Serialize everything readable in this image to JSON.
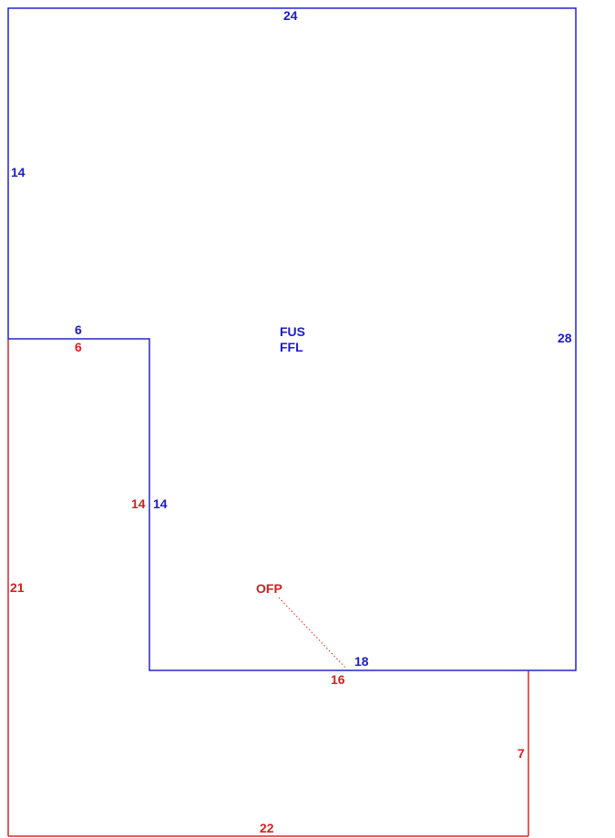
{
  "sketch": {
    "main_area": {
      "labels": [
        "FUS",
        "FFL"
      ],
      "color": "#1c1cc4",
      "dimensions": {
        "top": "24",
        "left_upper": "14",
        "notch_top": "6",
        "right": "28",
        "notch_side": "14",
        "bottom": "18"
      }
    },
    "porch_area": {
      "label": "OFP",
      "color": "#d42020",
      "dimensions": {
        "top": "6",
        "inner_side": "14",
        "left": "21",
        "top_right": "16",
        "right": "7",
        "bottom": "22"
      }
    }
  }
}
